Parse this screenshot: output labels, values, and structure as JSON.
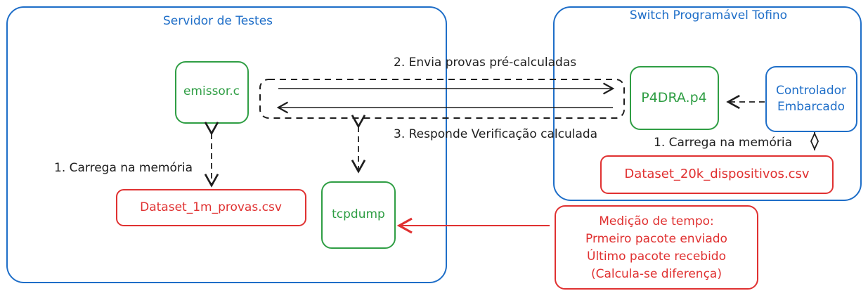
{
  "containers": {
    "test_server": "Servidor de Testes",
    "switch": "Switch Programável Tofino"
  },
  "nodes": {
    "emissor": "emissor.c",
    "tcpdump": "tcpdump",
    "dataset_provas": "Dataset_1m_provas.csv",
    "p4dra": "P4DRA.p4",
    "controlador_line1": "Controlador",
    "controlador_line2": "Embarcado",
    "dataset_dispositivos": "Dataset_20k_dispositivos.csv"
  },
  "edges": {
    "send_proofs": "2. Envia provas pré-calculadas",
    "respond_verification": "3. Responde Verificação calculada",
    "load_memory_left": "1. Carrega na memória",
    "load_memory_right": "1. Carrega na memória"
  },
  "timing_note": {
    "line1": "Medição de tempo:",
    "line2": "Prmeiro pacote enviado",
    "line3": "Último pacote recebido",
    "line4": "(Calcula-se diferença)"
  },
  "colors": {
    "blue": "#1e6ec8",
    "green": "#2f9e44",
    "red": "#e03131",
    "dark": "#1e1e1e"
  }
}
